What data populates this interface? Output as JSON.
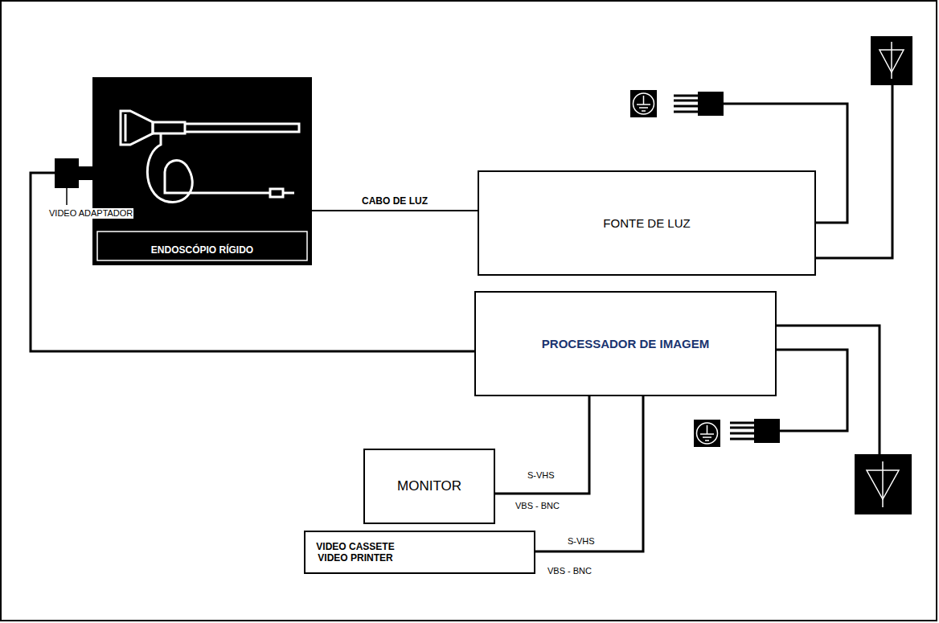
{
  "diagram": {
    "nodes": [
      {
        "text": [
          "ENDOSCÓPIO RÍGIDO"
        ]
      },
      {
        "text": [
          "FONTE DE LUZ"
        ]
      },
      {
        "text": [
          "PROCESSADOR DE IMAGEM"
        ]
      },
      {
        "text": [
          "MONITOR"
        ]
      },
      {
        "text": [
          "VIDEO CASSETE VIDEO PRINTER"
        ]
      }
    ],
    "edges": [
      {
        "from": 0,
        "to": 1,
        "label": "CABO DE LUZ",
        "arrow": "none"
      },
      {
        "from": 0,
        "to": 2,
        "arrow": "none"
      },
      {
        "from": 2,
        "to": 3,
        "arrow": "none"
      },
      {
        "from": 2,
        "to": 4,
        "arrow": "none"
      }
    ],
    "labels": [
      "VIDEO ADAPTADOR",
      "S-VHS",
      "VBS - BNC",
      "S-VHS",
      "VBS - BNC"
    ]
  }
}
